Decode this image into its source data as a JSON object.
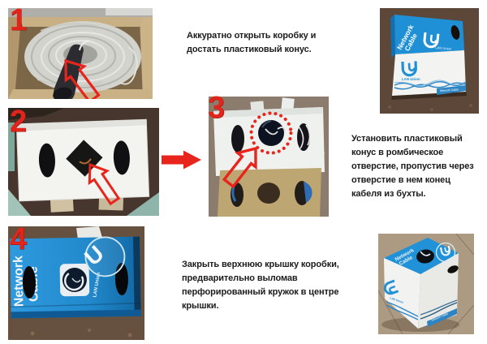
{
  "document": {
    "type": "assembly-instructions",
    "background": "#ffffff"
  },
  "steps": [
    {
      "number": "1",
      "instruction": "Аккуратно открыть коробку и достать пластиковый конус."
    },
    {
      "number": "2",
      "instruction": ""
    },
    {
      "number": "3",
      "instruction": "Установить пластиковый конус в ромбическое отверстие, пропустив через отверстие в нем конец кабеля из бухты."
    },
    {
      "number": "4",
      "instruction": "Закрыть верхнюю крышку коробки, предварительно выломав перфорированный кружок в центре крышки."
    }
  ],
  "brand": {
    "logo_letter": "U",
    "name": "LAN Union",
    "product_line1": "Network",
    "product_line2": "Cable",
    "product_full": "Network Cable"
  },
  "colors": {
    "step_number_red": "#e1251b",
    "arrow_red": "#e8251d",
    "box_blue": "#2090d6",
    "cardboard_tan": "#c2a87c",
    "floor_dark_brown": "#5c4738",
    "floor_light_tan": "#ac9a82"
  }
}
